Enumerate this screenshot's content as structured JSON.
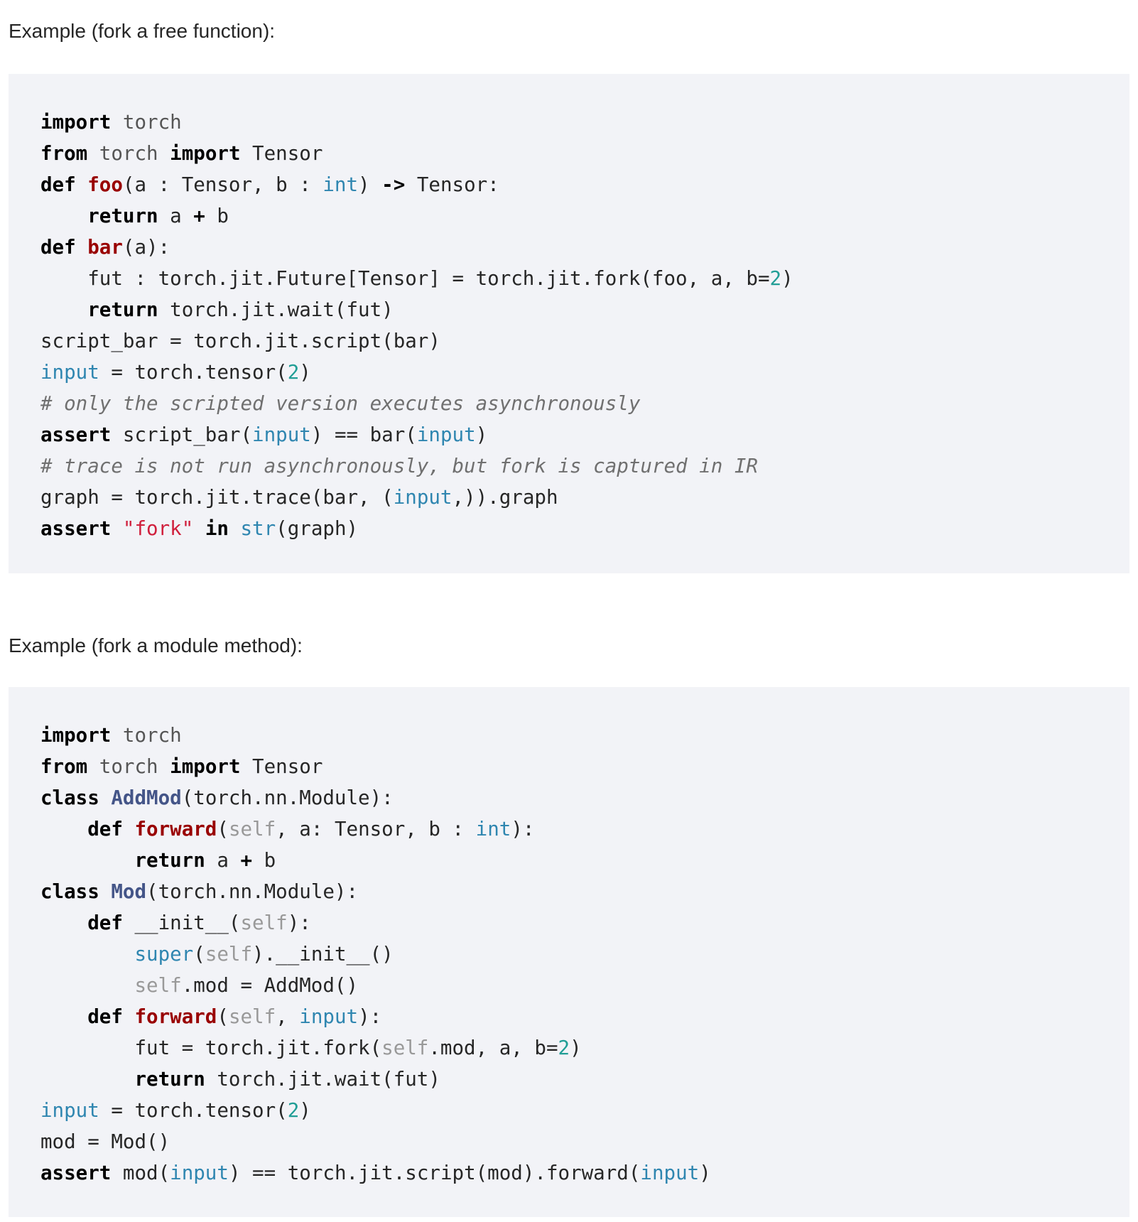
{
  "example1": {
    "heading": "Example (fork a free function):",
    "lines": [
      [
        [
          "import",
          "kw"
        ],
        [
          " "
        ],
        [
          "torch",
          "nm"
        ]
      ],
      [
        [
          "from",
          "kw"
        ],
        [
          " "
        ],
        [
          "torch",
          "nm"
        ],
        [
          " "
        ],
        [
          "import",
          "kw"
        ],
        [
          " Tensor"
        ]
      ],
      [
        [
          "def",
          "kw"
        ],
        [
          " "
        ],
        [
          "foo",
          "fn"
        ],
        [
          "(a : Tensor, b : "
        ],
        [
          "int",
          "bi"
        ],
        [
          ") "
        ],
        [
          "->",
          "kw"
        ],
        [
          " Tensor:"
        ]
      ],
      [
        [
          "    "
        ],
        [
          "return",
          "kw"
        ],
        [
          " a "
        ],
        [
          "+",
          "kw"
        ],
        [
          " b"
        ]
      ],
      [
        [
          "def",
          "kw"
        ],
        [
          " "
        ],
        [
          "bar",
          "fn"
        ],
        [
          "(a):"
        ]
      ],
      [
        [
          "    fut : torch.jit.Future[Tensor] = torch.jit.fork(foo, a, b="
        ],
        [
          "2",
          "num"
        ],
        [
          ")"
        ]
      ],
      [
        [
          "    "
        ],
        [
          "return",
          "kw"
        ],
        [
          " torch.jit.wait(fut)"
        ]
      ],
      [
        [
          "script_bar = torch.jit.script(bar)"
        ]
      ],
      [
        [
          "input",
          "bi"
        ],
        [
          " = torch.tensor("
        ],
        [
          "2",
          "num"
        ],
        [
          ")"
        ]
      ],
      [
        [
          "# only the scripted version executes asynchronously",
          "cm"
        ]
      ],
      [
        [
          "assert",
          "kw"
        ],
        [
          " script_bar("
        ],
        [
          "input",
          "bi"
        ],
        [
          ") == bar("
        ],
        [
          "input",
          "bi"
        ],
        [
          ")"
        ]
      ],
      [
        [
          "# trace is not run asynchronously, but fork is captured in IR",
          "cm"
        ]
      ],
      [
        [
          "graph = torch.jit.trace(bar, ("
        ],
        [
          "input",
          "bi"
        ],
        [
          ",)).graph"
        ]
      ],
      [
        [
          "assert",
          "kw"
        ],
        [
          " "
        ],
        [
          "\"fork\"",
          "st"
        ],
        [
          " "
        ],
        [
          "in",
          "kw"
        ],
        [
          " "
        ],
        [
          "str",
          "bi"
        ],
        [
          "(graph)"
        ]
      ]
    ]
  },
  "example2": {
    "heading": "Example (fork a module method):",
    "lines": [
      [
        [
          "import",
          "kw"
        ],
        [
          " "
        ],
        [
          "torch",
          "nm"
        ]
      ],
      [
        [
          "from",
          "kw"
        ],
        [
          " "
        ],
        [
          "torch",
          "nm"
        ],
        [
          " "
        ],
        [
          "import",
          "kw"
        ],
        [
          " Tensor"
        ]
      ],
      [
        [
          "class",
          "kw"
        ],
        [
          " "
        ],
        [
          "AddMod",
          "cls"
        ],
        [
          "(torch.nn.Module):"
        ]
      ],
      [
        [
          "    "
        ],
        [
          "def",
          "kw"
        ],
        [
          " "
        ],
        [
          "forward",
          "fn"
        ],
        [
          "("
        ],
        [
          "self",
          "self"
        ],
        [
          ", a: Tensor, b : "
        ],
        [
          "int",
          "bi"
        ],
        [
          "):"
        ]
      ],
      [
        [
          "        "
        ],
        [
          "return",
          "kw"
        ],
        [
          " a "
        ],
        [
          "+",
          "kw"
        ],
        [
          " b"
        ]
      ],
      [
        [
          "class",
          "kw"
        ],
        [
          " "
        ],
        [
          "Mod",
          "cls"
        ],
        [
          "(torch.nn.Module):"
        ]
      ],
      [
        [
          "    "
        ],
        [
          "def",
          "kw"
        ],
        [
          " __init__("
        ],
        [
          "self",
          "self"
        ],
        [
          "):"
        ]
      ],
      [
        [
          "        "
        ],
        [
          "super",
          "bi"
        ],
        [
          "("
        ],
        [
          "self",
          "self"
        ],
        [
          ").__init__()"
        ]
      ],
      [
        [
          "        "
        ],
        [
          "self",
          "self"
        ],
        [
          ".mod = AddMod()"
        ]
      ],
      [
        [
          "    "
        ],
        [
          "def",
          "kw"
        ],
        [
          " "
        ],
        [
          "forward",
          "fn"
        ],
        [
          "("
        ],
        [
          "self",
          "self"
        ],
        [
          ", "
        ],
        [
          "input",
          "bi"
        ],
        [
          "):"
        ]
      ],
      [
        [
          "        fut = torch.jit.fork("
        ],
        [
          "self",
          "self"
        ],
        [
          ".mod, a, b="
        ],
        [
          "2",
          "num"
        ],
        [
          ")"
        ]
      ],
      [
        [
          "        "
        ],
        [
          "return",
          "kw"
        ],
        [
          " torch.jit.wait(fut)"
        ]
      ],
      [
        [
          "input",
          "bi"
        ],
        [
          " = torch.tensor("
        ],
        [
          "2",
          "num"
        ],
        [
          ")"
        ]
      ],
      [
        [
          "mod = Mod()"
        ]
      ],
      [
        [
          "assert",
          "kw"
        ],
        [
          " mod("
        ],
        [
          "input",
          "bi"
        ],
        [
          ") == torch.jit.script(mod).forward("
        ],
        [
          "input",
          "bi"
        ],
        [
          ")"
        ]
      ]
    ]
  }
}
